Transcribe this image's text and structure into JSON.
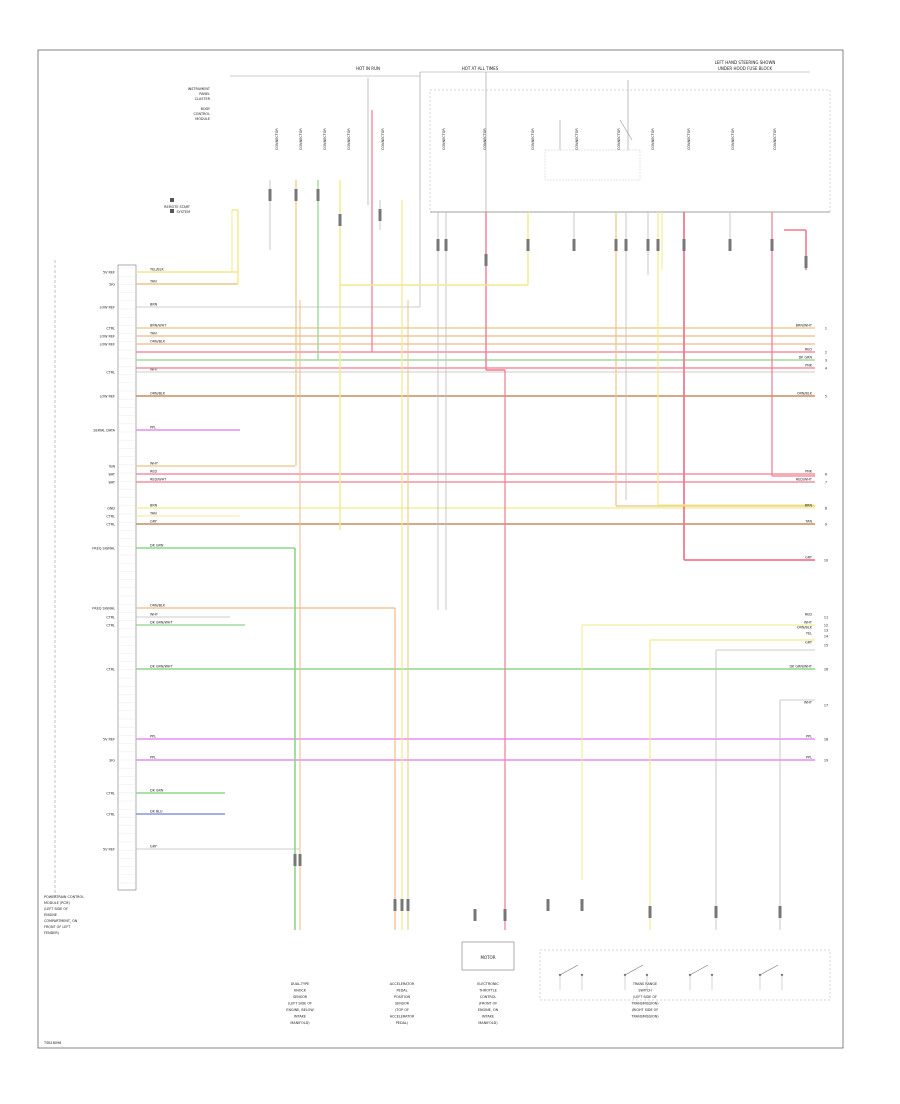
{
  "header": {
    "top_right": "LEFT HAND STEERING SHOWN",
    "top_right_sub": "UNDER HOOD FUSE BLOCK",
    "hot_at_all_times": "HOT AT ALL TIMES",
    "hot_in_run": "HOT IN RUN"
  },
  "ecm_label": [
    "POWERTRAIN CONTROL",
    "MODULE (PCM)",
    "(LEFT SIDE OF",
    "ENGINE",
    "COMPARTMENT, ON",
    "FRONT OF LEFT",
    "FENDER)"
  ],
  "left_pins": [
    {
      "label": "5V REF",
      "wire": "YEL/BLK"
    },
    {
      "label": "SIG",
      "wire": "TAN"
    },
    {
      "label": "LOW REF",
      "wire": "BRN"
    },
    {
      "label": "CTRL",
      "wire": "BRN/WHT"
    },
    {
      "label": "LOW REF",
      "wire": "TAN"
    },
    {
      "label": "LOW REF",
      "wire": "ORN/BLK"
    },
    {
      "label": "CTRL",
      "wire": "WHT"
    },
    {
      "label": "LOW REF",
      "wire": "ORN/BLK"
    },
    {
      "label": "SERIAL DATA",
      "wire": "PPL"
    },
    {
      "label": "IGN",
      "wire": "WHT"
    },
    {
      "label": "BAT",
      "wire": "RED"
    },
    {
      "label": "BAT",
      "wire": "RED/WHT"
    },
    {
      "label": "GND",
      "wire": "BRN"
    },
    {
      "label": "CTRL",
      "wire": "TAN"
    },
    {
      "label": "CTRL",
      "wire": "GRY"
    },
    {
      "label": "FREQ SIGNAL",
      "wire": "DK GRN"
    },
    {
      "label": "FREQ SIGNAL",
      "wire": "ORN/BLK"
    },
    {
      "label": "CTRL",
      "wire": "WHT"
    },
    {
      "label": "CTRL",
      "wire": "DK GRN/WHT"
    },
    {
      "label": "CTRL",
      "wire": "DK GRN/WHT"
    },
    {
      "label": "5V REF",
      "wire": "PPL"
    },
    {
      "label": "SIG",
      "wire": "PPL"
    },
    {
      "label": "CTRL",
      "wire": "DK GRN"
    },
    {
      "label": "CTRL",
      "wire": "DK BLU"
    },
    {
      "label": "5V REF",
      "wire": "GRY"
    }
  ],
  "right_labels": [
    "BRN/WHT",
    "RED",
    "DK GRN",
    "PNK",
    "ORN/BLK",
    "PNK",
    "RED/WHT",
    "BRN",
    "TAN",
    "GRY",
    "RED",
    "WHT",
    "ORN/BLK",
    "YEL",
    "GRY",
    "DK GRN/WHT",
    "WHT",
    "PPL",
    "PPL"
  ],
  "bottom_components": [
    {
      "id": "c1",
      "lines": [
        "DUAL-TYPE",
        "KNOCK",
        "SENSOR",
        "(LEFT SIDE OF",
        "ENGINE, BELOW",
        "INTAKE",
        "MANIFOLD)"
      ]
    },
    {
      "id": "c2",
      "lines": [
        "ACCELERATOR",
        "PEDAL",
        "POSITION",
        "SENSOR",
        "(TOP OF",
        "ACCELERATOR",
        "PEDAL)"
      ]
    },
    {
      "id": "c3",
      "lines": [
        "ELECTRONIC",
        "THROTTLE",
        "CONTROL",
        "(FRONT OF",
        "ENGINE, ON",
        "INTAKE",
        "MANIFOLD)"
      ]
    },
    {
      "id": "c4",
      "lines": [
        "TRANS RANGE",
        "SWITCH",
        "(LEFT SIDE OF",
        "TRANSMISSION)",
        "(RIGHT SIDE OF",
        "TRANSMISSION)"
      ]
    }
  ],
  "top_components": [
    "REMOTE START",
    "SYSTEM",
    "INSTRUMENT",
    "PANEL",
    "CLUSTER",
    "BODY",
    "CONTROL",
    "MODULE"
  ],
  "misc": {
    "motor": "MOTOR",
    "connector_note": "CONNECTOR",
    "ref_code": "TSB16098"
  },
  "colors": {
    "yellow": "#f3e98a",
    "tan": "#e8c784",
    "orange": "#f2b98a",
    "brown": "#c98c63",
    "red": "#f27a91",
    "pink": "#f7b6c2",
    "green": "#8fd58a",
    "purple": "#e58ef0",
    "blue": "#8a93e6",
    "gray": "#bdbdbd"
  }
}
